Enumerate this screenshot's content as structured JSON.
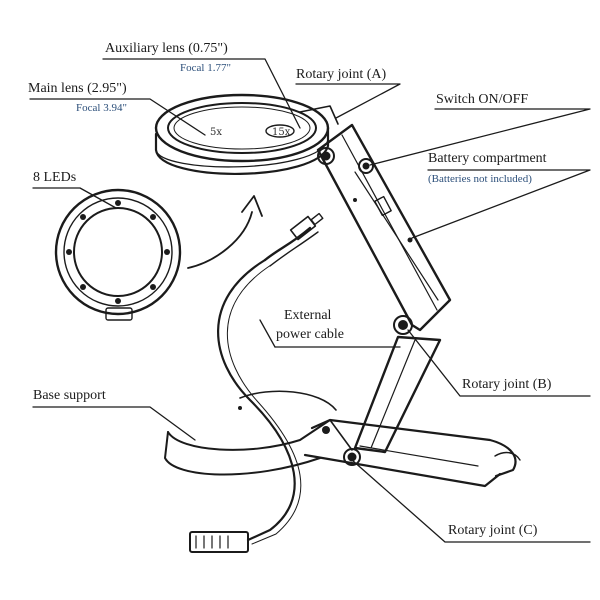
{
  "labels": {
    "aux_lens": "Auxiliary lens (0.75\")",
    "aux_focal": "Focal 1.77\"",
    "main_lens": "Main lens (2.95\")",
    "main_focal": "Focal 3.94\"",
    "rotary_a": "Rotary joint (A)",
    "switch": "Switch ON/OFF",
    "battery": "Battery compartment",
    "battery_note": "(Batteries not included)",
    "leds": "8 LEDs",
    "external_power_line1": "External",
    "external_power_line2": "power cable",
    "rotary_b": "Rotary joint (B)",
    "base_support": "Base support",
    "rotary_c": "Rotary joint (C)"
  },
  "lens_marks": {
    "main": "5x",
    "aux": "15x"
  },
  "colors": {
    "ink": "#1b1b1b",
    "note": "#2c4f7a"
  }
}
